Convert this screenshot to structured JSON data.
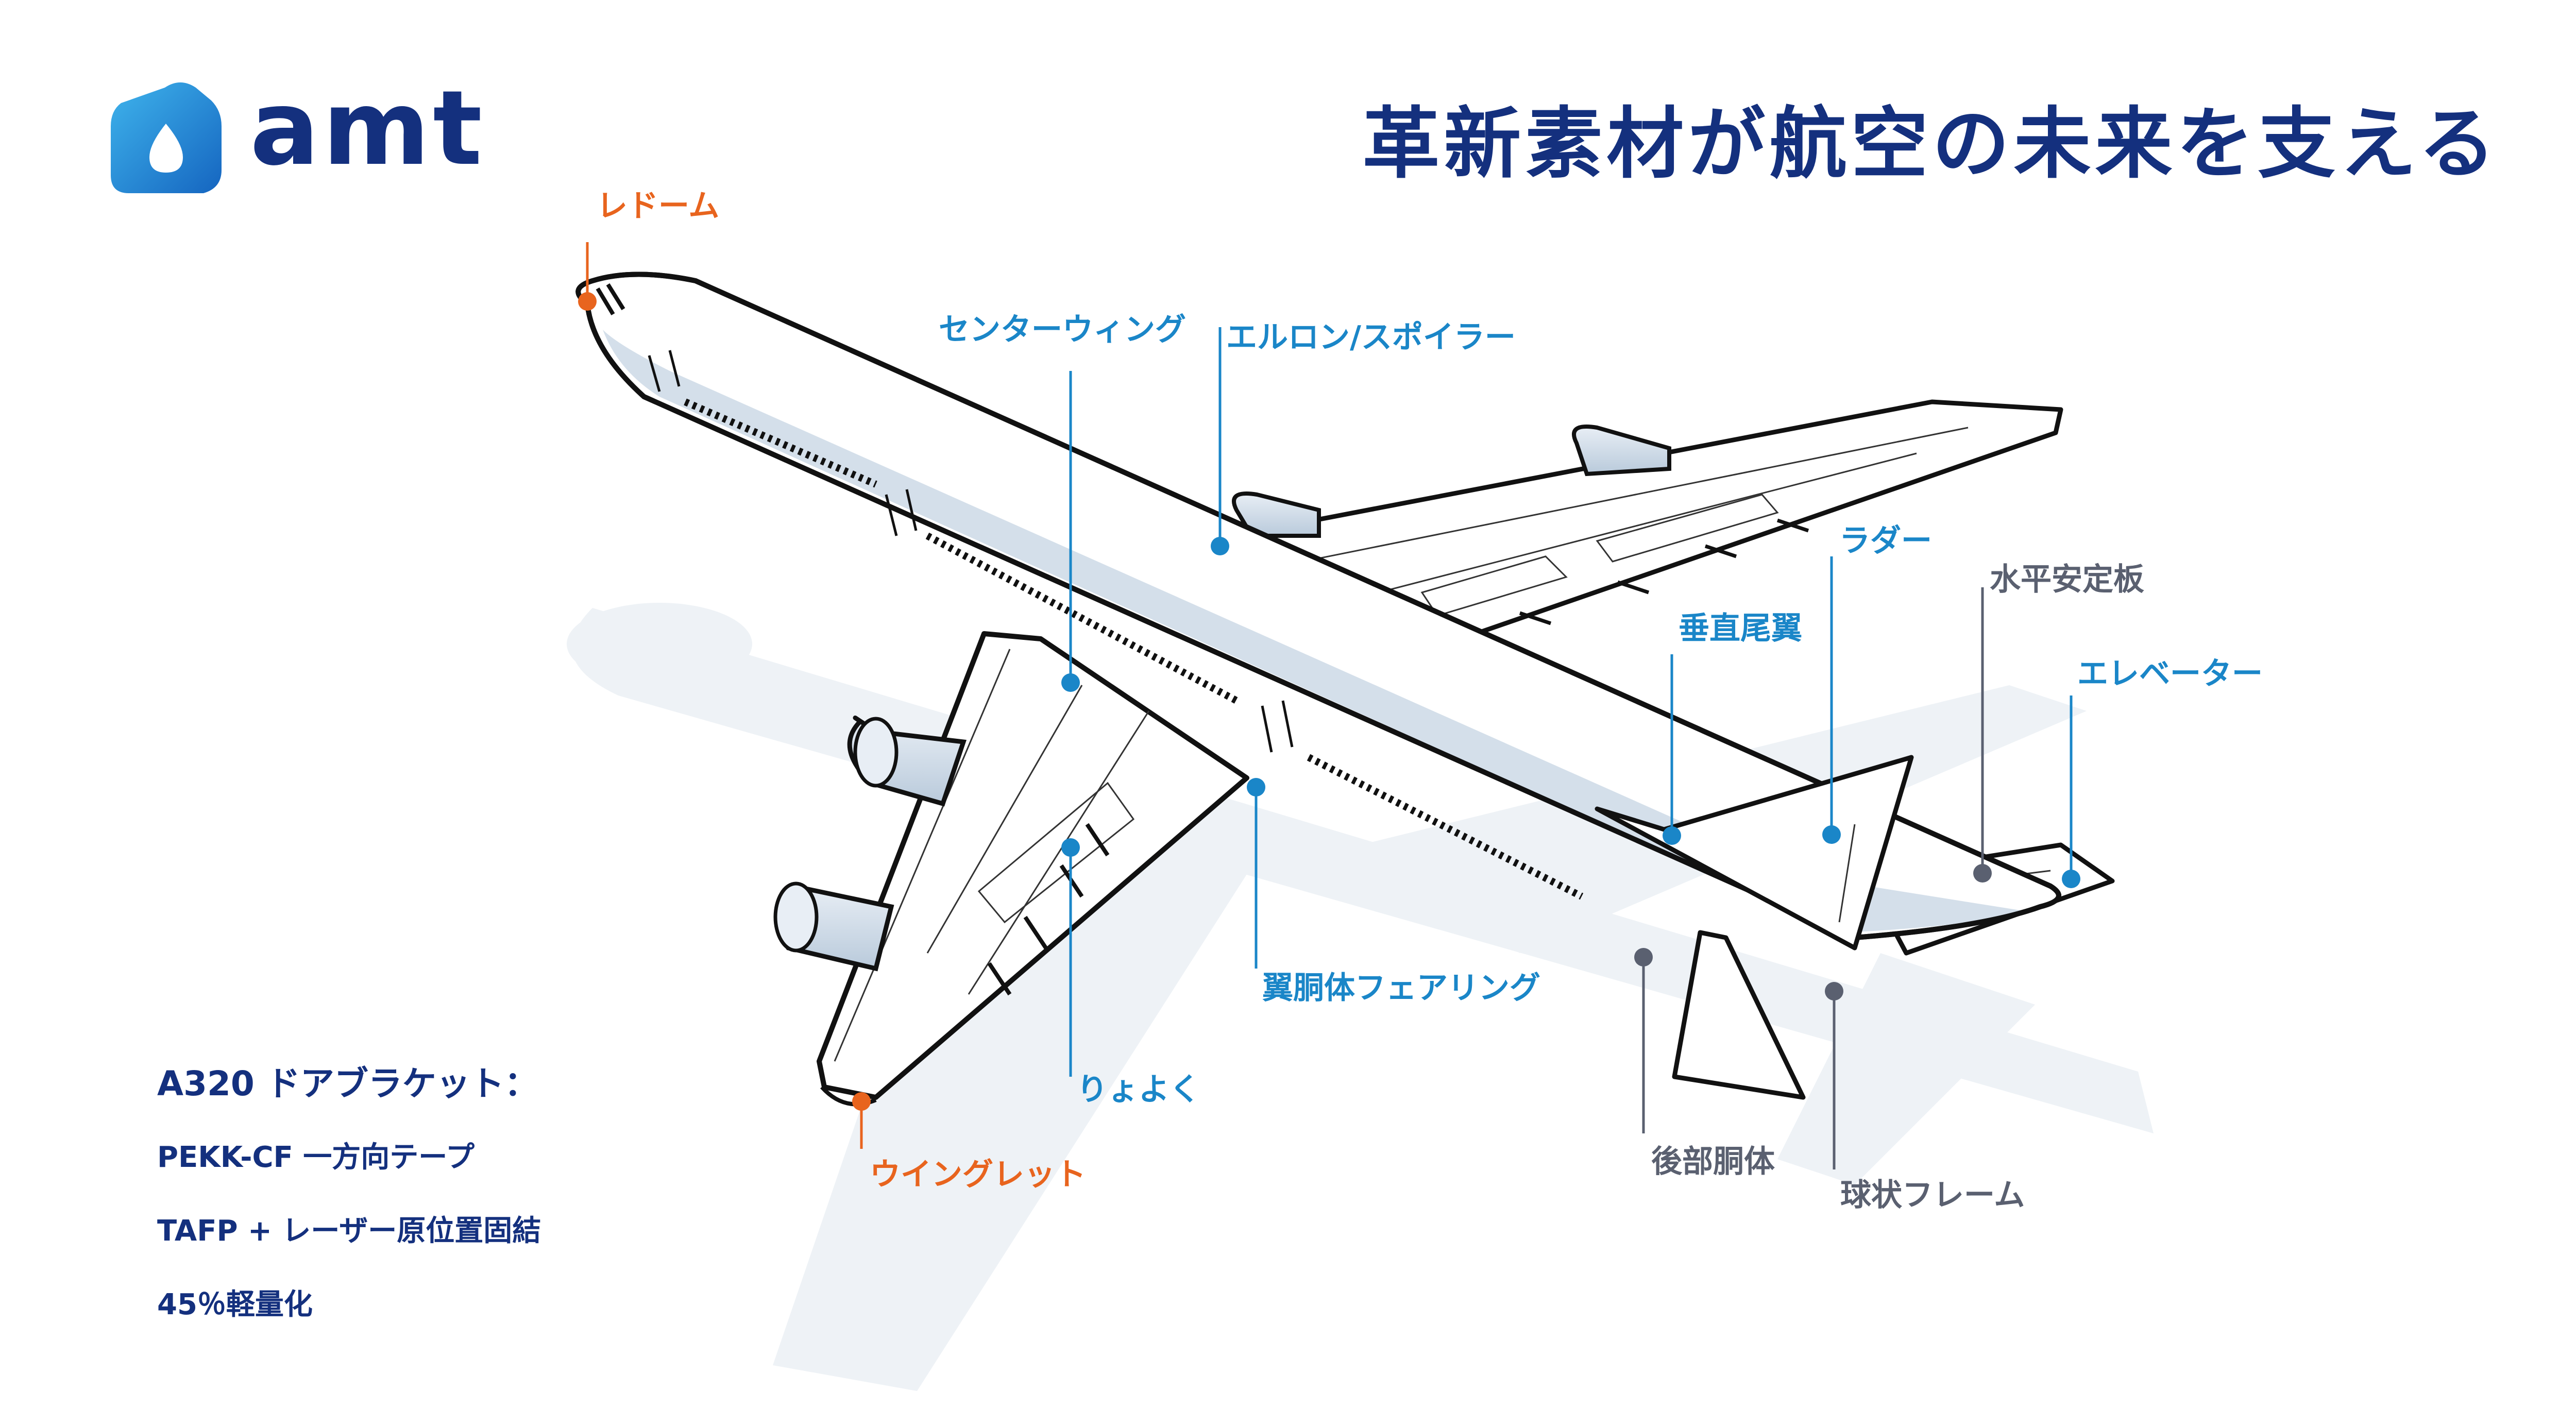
{
  "logo": {
    "text": "amt"
  },
  "title": "革新素材が航空の未来を支える",
  "labels": {
    "radome": "レドーム",
    "center_wing": "センターウィング",
    "aileron_spoiler": "エルロン/スポイラー",
    "rudder": "ラダー",
    "horizontal_stabilizer": "水平安定板",
    "vertical_tail": "垂直尾翼",
    "elevator": "エレベーター",
    "wing_body_fairing": "翼胴体フェアリング",
    "slat": "りょよく",
    "winglet": "ウイングレット",
    "aft_fuselage": "後部胴体",
    "spherical_frame": "球状フレーム"
  },
  "notes": {
    "heading": "A320 ドアブラケット：",
    "lines": [
      "PEKK-CF 一方向テープ",
      "TAFP + レーザー原位置固結",
      "45％軽量化"
    ]
  },
  "colors": {
    "navy": "#14307e",
    "blue": "#1a86c8",
    "orange": "#e8641e",
    "gray": "#5a6070",
    "fuselage_belly": "#cfdce8",
    "shadow": "#eef2f6"
  }
}
